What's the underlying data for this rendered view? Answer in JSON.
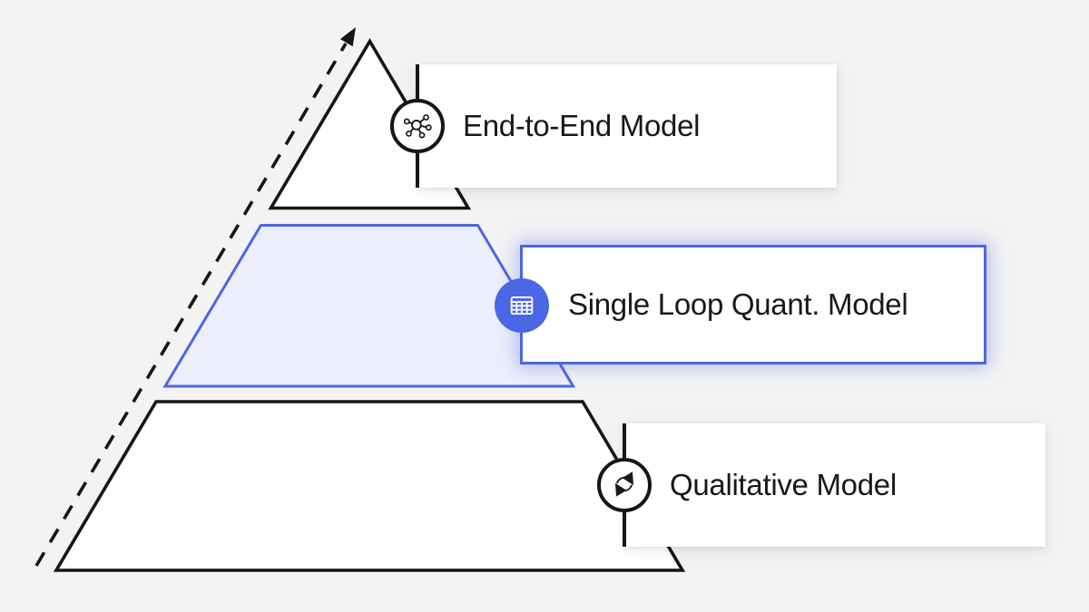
{
  "diagram": {
    "type": "pyramid",
    "direction_arrow": "up-along-left-slope",
    "levels": [
      {
        "rank": 1,
        "label": "End-to-End Model",
        "icon": "network-icon",
        "highlighted": false
      },
      {
        "rank": 2,
        "label": "Single Loop Quant. Model",
        "icon": "table-icon",
        "highlighted": true
      },
      {
        "rank": 3,
        "label": "Qualitative Model",
        "icon": "sync-icon",
        "highlighted": false
      }
    ],
    "colors": {
      "background": "#f3f3f4",
      "stroke": "#161618",
      "accent": "#4d66e0",
      "accent_circle": "#4c67e6",
      "highlight_fill": "#eceefb",
      "card": "#ffffff",
      "text": "#18181a"
    }
  }
}
